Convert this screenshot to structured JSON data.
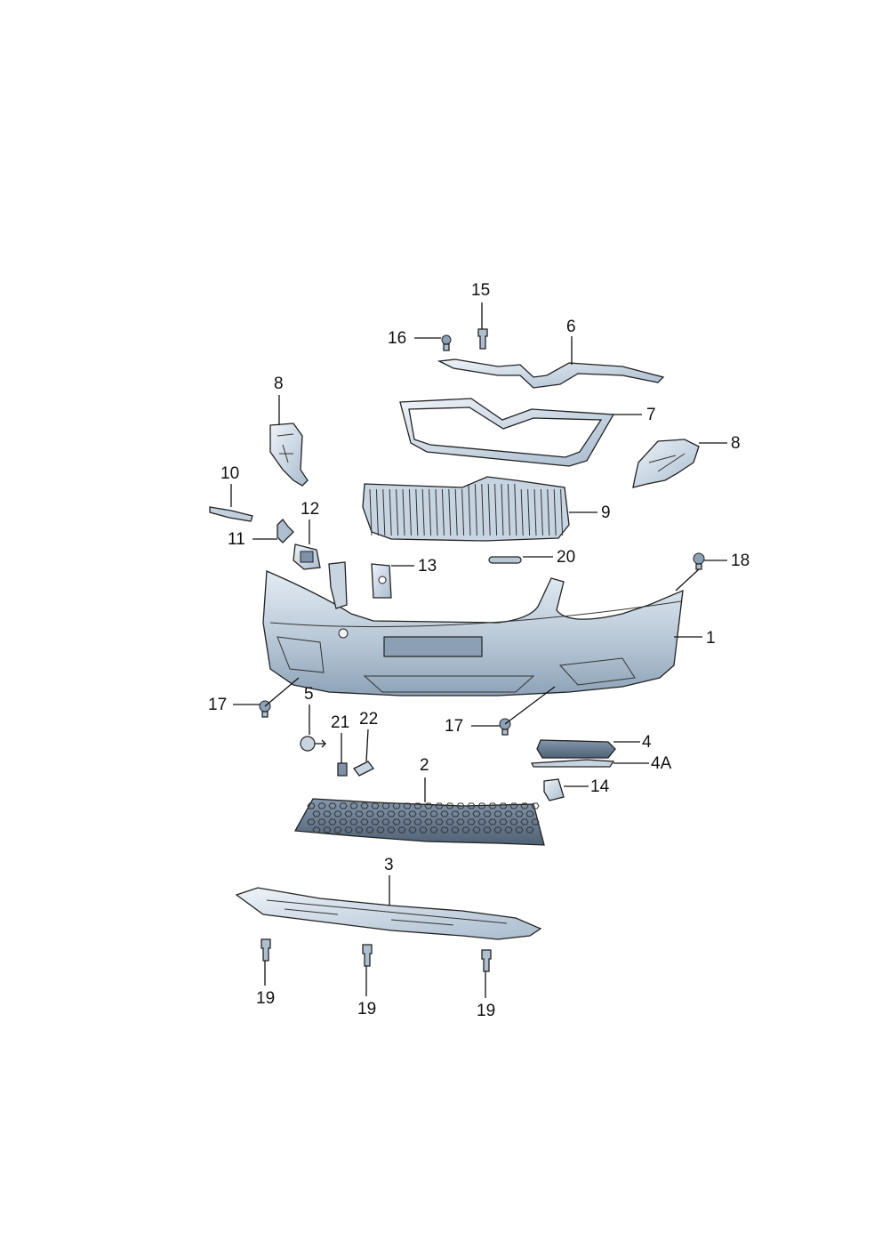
{
  "labels": {
    "p1": "1",
    "p2": "2",
    "p3": "3",
    "p4": "4",
    "p4a": "4A",
    "p5": "5",
    "p6": "6",
    "p7": "7",
    "p8_left": "8",
    "p8_right": "8",
    "p9": "9",
    "p10": "10",
    "p11": "11",
    "p12": "12",
    "p13": "13",
    "p14": "14",
    "p15": "15",
    "p16": "16",
    "p17_left": "17",
    "p17_right": "17",
    "p18": "18",
    "p19_left": "19",
    "p19_mid": "19",
    "p19_right": "19",
    "p20": "20",
    "p21": "21",
    "p22": "22"
  },
  "colors": {
    "part_fill": "#d5dfe9",
    "part_shade": "#9fb2c6",
    "part_dark": "#6b7f94",
    "grille_dark": "#4e5f70",
    "line": "#111111"
  }
}
